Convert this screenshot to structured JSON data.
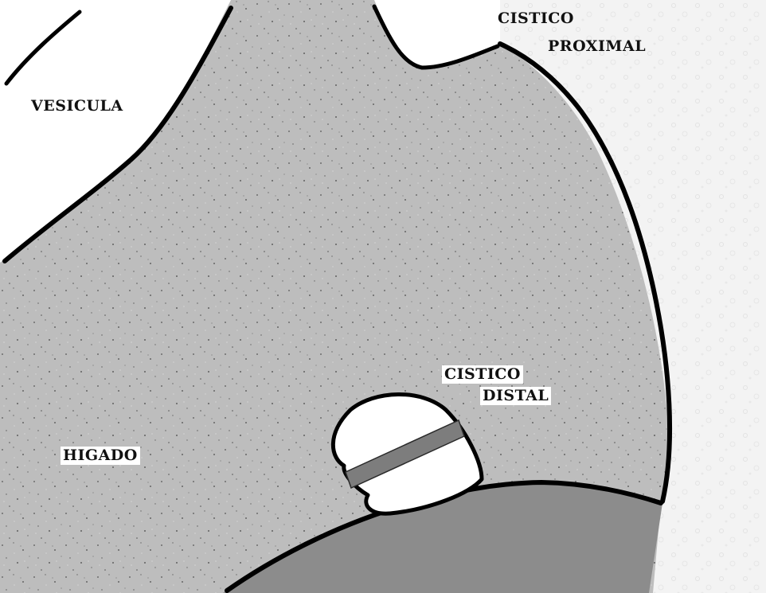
{
  "labels": {
    "vesicula": "VESICULA",
    "cistico_proximal_line1": "CISTICO",
    "cistico_proximal_line2": "PROXIMAL",
    "cistico_distal_line1": "CISTICO",
    "cistico_distal_line2": "DISTAL",
    "higado": "HIGADO"
  },
  "colors": {
    "background": "#f3f3f3",
    "liver_tissue": "#bdbdbd",
    "lower_structure": "#8c8c8c",
    "outline": "#000000",
    "gallbladder": "#ffffff",
    "clip": "#7d7d7d"
  }
}
